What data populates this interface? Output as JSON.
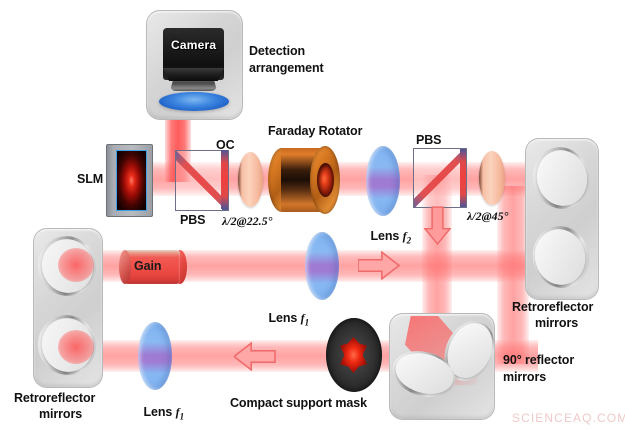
{
  "figure": {
    "title": "Optical cavity schematic with SLM, Faraday rotator and retroreflector mirrors",
    "background_color": "#ffffff",
    "beam_color": "#ff6a6a",
    "watermark": "SCIENCEAQ.COM"
  },
  "labels": {
    "camera": "Camera",
    "detection_arrangement_line1": "Detection",
    "detection_arrangement_line2": "arrangement",
    "slm": "SLM",
    "pbs_left": "PBS",
    "oc": "OC",
    "halfwave_22_5": "λ/2@22.5°",
    "faraday_rotator": "Faraday Rotator",
    "lens_f2_word": "Lens ",
    "lens_f2_sym": "f",
    "lens_f2_sub": "2",
    "pbs_right": "PBS",
    "halfwave_45": "λ/2@45°",
    "retroreflector_right_line1": "Retroreflector",
    "retroreflector_right_line2": "mirrors",
    "retroreflector_left_line1": "Retroreflector",
    "retroreflector_left_line2": "mirrors",
    "gain": "Gain",
    "lens_f1_mid_word": "Lens ",
    "lens_f1_mid_sym": "f",
    "lens_f1_mid_sub": "1",
    "lens_f1_bottom_word": "Lens ",
    "lens_f1_bottom_sym": "f",
    "lens_f1_bottom_sub": "1",
    "compact_support_mask": "Compact support mask",
    "reflector_90_line1": "90° reflector",
    "reflector_90_line2": "mirrors"
  },
  "components": [
    {
      "name": "camera",
      "type": "detector"
    },
    {
      "name": "slm",
      "type": "spatial-light-modulator"
    },
    {
      "name": "pbs-left",
      "type": "polarizing-beam-splitter"
    },
    {
      "name": "output-coupler",
      "type": "mirror"
    },
    {
      "name": "halfwave-plate-22.5",
      "type": "waveplate"
    },
    {
      "name": "faraday-rotator",
      "type": "rotator"
    },
    {
      "name": "lens-f2",
      "type": "lens"
    },
    {
      "name": "pbs-right",
      "type": "polarizing-beam-splitter"
    },
    {
      "name": "halfwave-plate-45",
      "type": "waveplate"
    },
    {
      "name": "retroreflector-right",
      "type": "mirror-pair"
    },
    {
      "name": "retroreflector-left",
      "type": "mirror-pair"
    },
    {
      "name": "gain-medium",
      "type": "amplifier"
    },
    {
      "name": "lens-f1-middle",
      "type": "lens"
    },
    {
      "name": "lens-f1-bottom",
      "type": "lens"
    },
    {
      "name": "compact-support-mask",
      "type": "aperture"
    },
    {
      "name": "reflector-90",
      "type": "mirror-pair"
    }
  ]
}
